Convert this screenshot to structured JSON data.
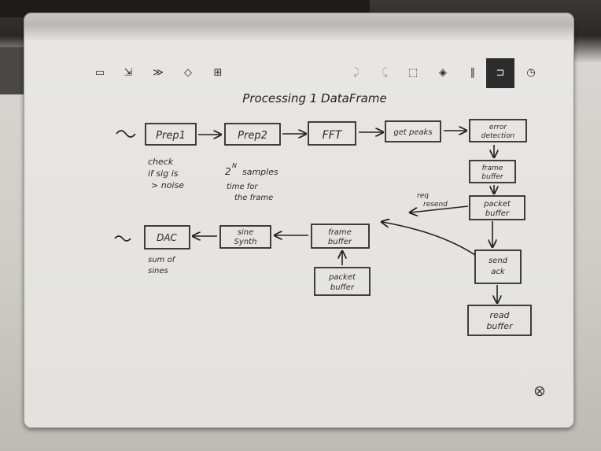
{
  "toolbar": {
    "icons": [
      "notebook-icon",
      "export-icon",
      "layers-icon",
      "eraser-icon",
      "grid-icon",
      "undo-icon",
      "redo-icon",
      "select-icon",
      "pen-icon",
      "columns-icon",
      "pin-icon",
      "clock-icon"
    ]
  },
  "page": {
    "title": "Processing 1 DataFrame",
    "nodes": {
      "prep1": "Prep1",
      "prep2": "Prep2",
      "fft": "FFT",
      "get_peaks": "get peaks",
      "error_detection_1": "error",
      "error_detection_2": "detection",
      "frame_buffer_r_1": "frame",
      "frame_buffer_r_2": "buffer",
      "packet_buffer_r_1": "packet",
      "packet_buffer_r_2": "buffer",
      "send_ack_1": "send",
      "send_ack_2": "ack",
      "read_buffer_1": "read",
      "read_buffer_2": "buffer",
      "frame_buffer_l_1": "frame",
      "frame_buffer_l_2": "buffer",
      "packet_buffer_l_1": "packet",
      "packet_buffer_l_2": "buffer",
      "sine_synth_1": "sine",
      "sine_synth_2": "Synth",
      "dac": "DAC"
    },
    "notes": {
      "check_1": "check",
      "check_2": "if sig is",
      "check_3": "> noise",
      "samples_1": "2",
      "samples_sup": "N",
      "samples_2": "samples",
      "time_1": "time for",
      "time_2": "the frame",
      "req_1": "req",
      "req_2": "resend",
      "sum_1": "sum of",
      "sum_2": "sines"
    }
  }
}
